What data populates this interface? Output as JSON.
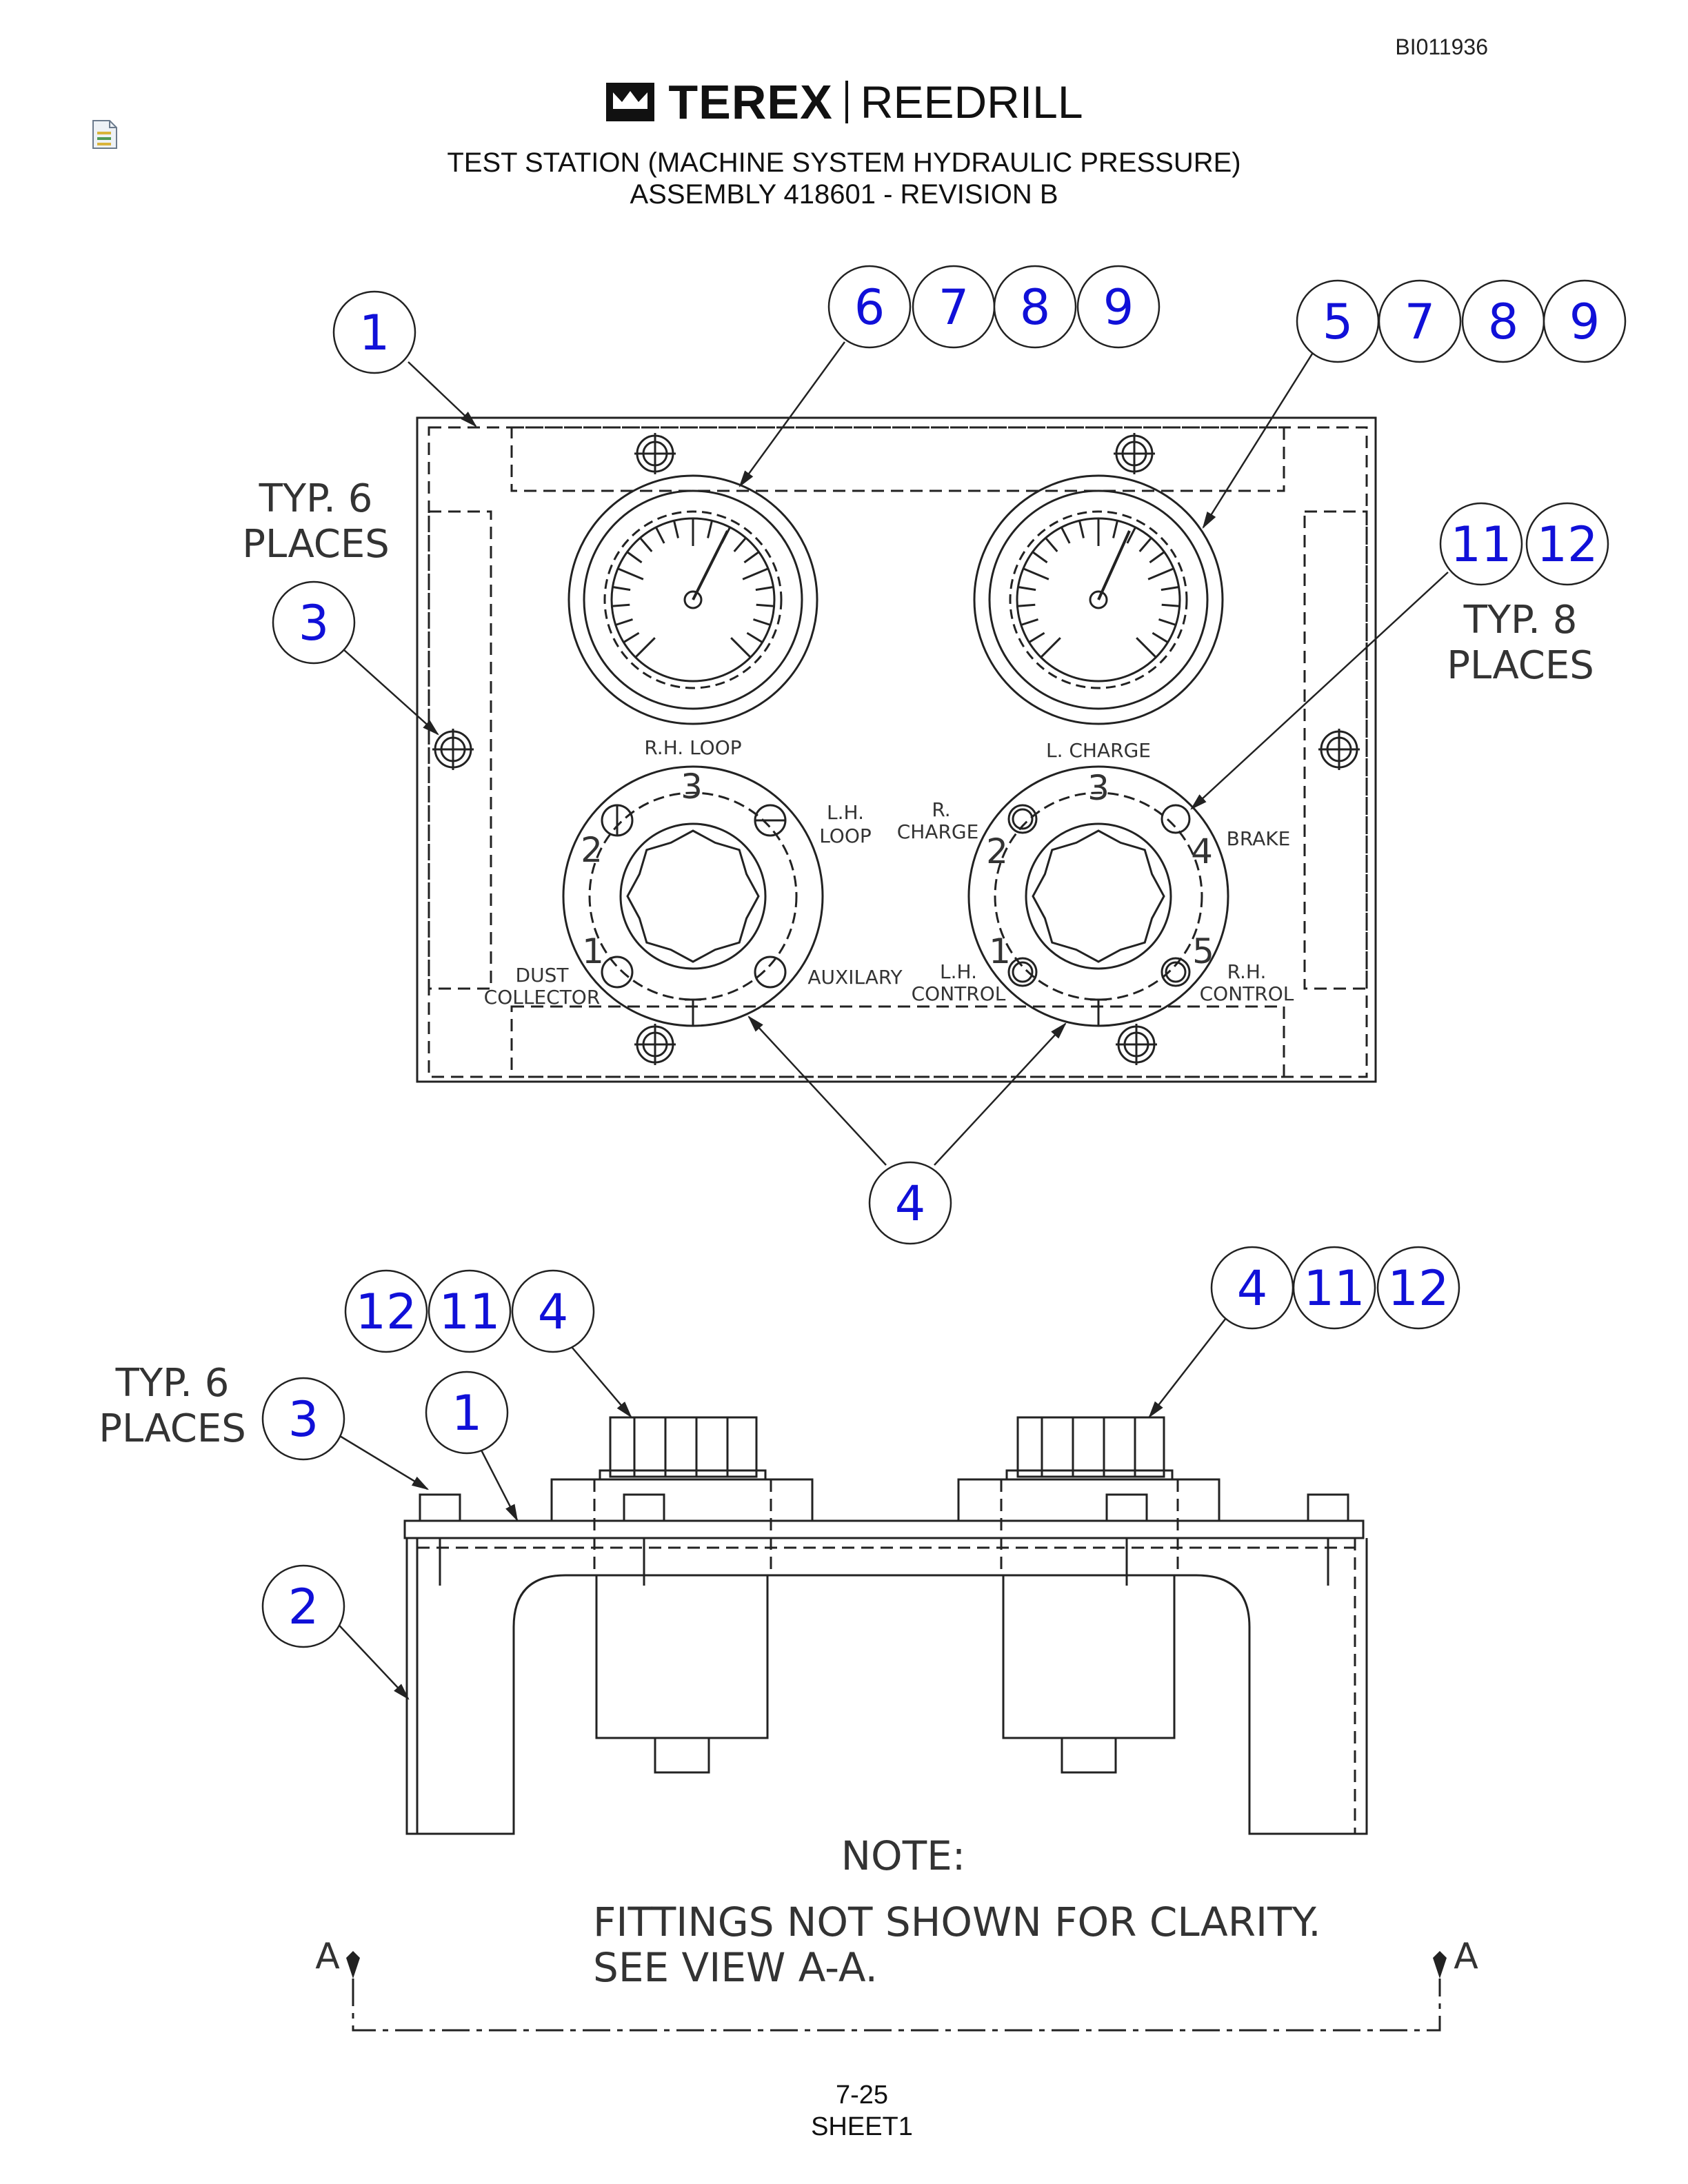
{
  "header": {
    "doc_id": "BI011936",
    "brand_left": "TEREX",
    "brand_right": "REEDRILL",
    "title_line1": "TEST STATION (MACHINE SYSTEM HYDRAULIC PRESSURE)",
    "title_line2": "ASSEMBLY 418601 - REVISION B"
  },
  "top_view": {
    "balloons": {
      "b1": "1",
      "b3": "3",
      "b4": "4",
      "group_left": [
        "6",
        "7",
        "8",
        "9"
      ],
      "group_right": [
        "5",
        "7",
        "8",
        "9"
      ],
      "group_mid": [
        "11",
        "12"
      ]
    },
    "notes": {
      "typ6_line1": "TYP. 6",
      "typ6_line2": "PLACES",
      "typ8_line1": "TYP. 8",
      "typ8_line2": "PLACES"
    },
    "left_selector": {
      "top_label": "R.H. LOOP",
      "label_lh_loop_1": "L.H.",
      "label_lh_loop_2": "LOOP",
      "label_dust_1": "DUST",
      "label_dust_2": "COLLECTOR",
      "label_aux": "AUXILARY",
      "pos1": "1",
      "pos2": "2",
      "pos3": "3"
    },
    "right_selector": {
      "top_label": "L. CHARGE",
      "label_r_charge_1": "R.",
      "label_r_charge_2": "CHARGE",
      "label_brake": "BRAKE",
      "label_lh_control_1": "L.H.",
      "label_lh_control_2": "CONTROL",
      "label_rh_control_1": "R.H.",
      "label_rh_control_2": "CONTROL",
      "pos1": "1",
      "pos2": "2",
      "pos3": "3",
      "pos4": "4",
      "pos5": "5"
    }
  },
  "side_view": {
    "balloons": {
      "group_left": [
        "12",
        "11",
        "4"
      ],
      "group_right": [
        "4",
        "11",
        "12"
      ],
      "b3": "3",
      "b1": "1",
      "b2": "2"
    },
    "notes": {
      "typ6_line1": "TYP. 6",
      "typ6_line2": "PLACES",
      "note_title": "NOTE:",
      "note_line1": "FITTINGS NOT SHOWN FOR CLARITY.",
      "note_line2": "SEE VIEW A-A.",
      "section_left": "A",
      "section_right": "A"
    }
  },
  "footer": {
    "page": "7-25",
    "sheet": "SHEET1"
  },
  "colors": {
    "balloon_text": "#1010d8",
    "line": "#222222"
  }
}
